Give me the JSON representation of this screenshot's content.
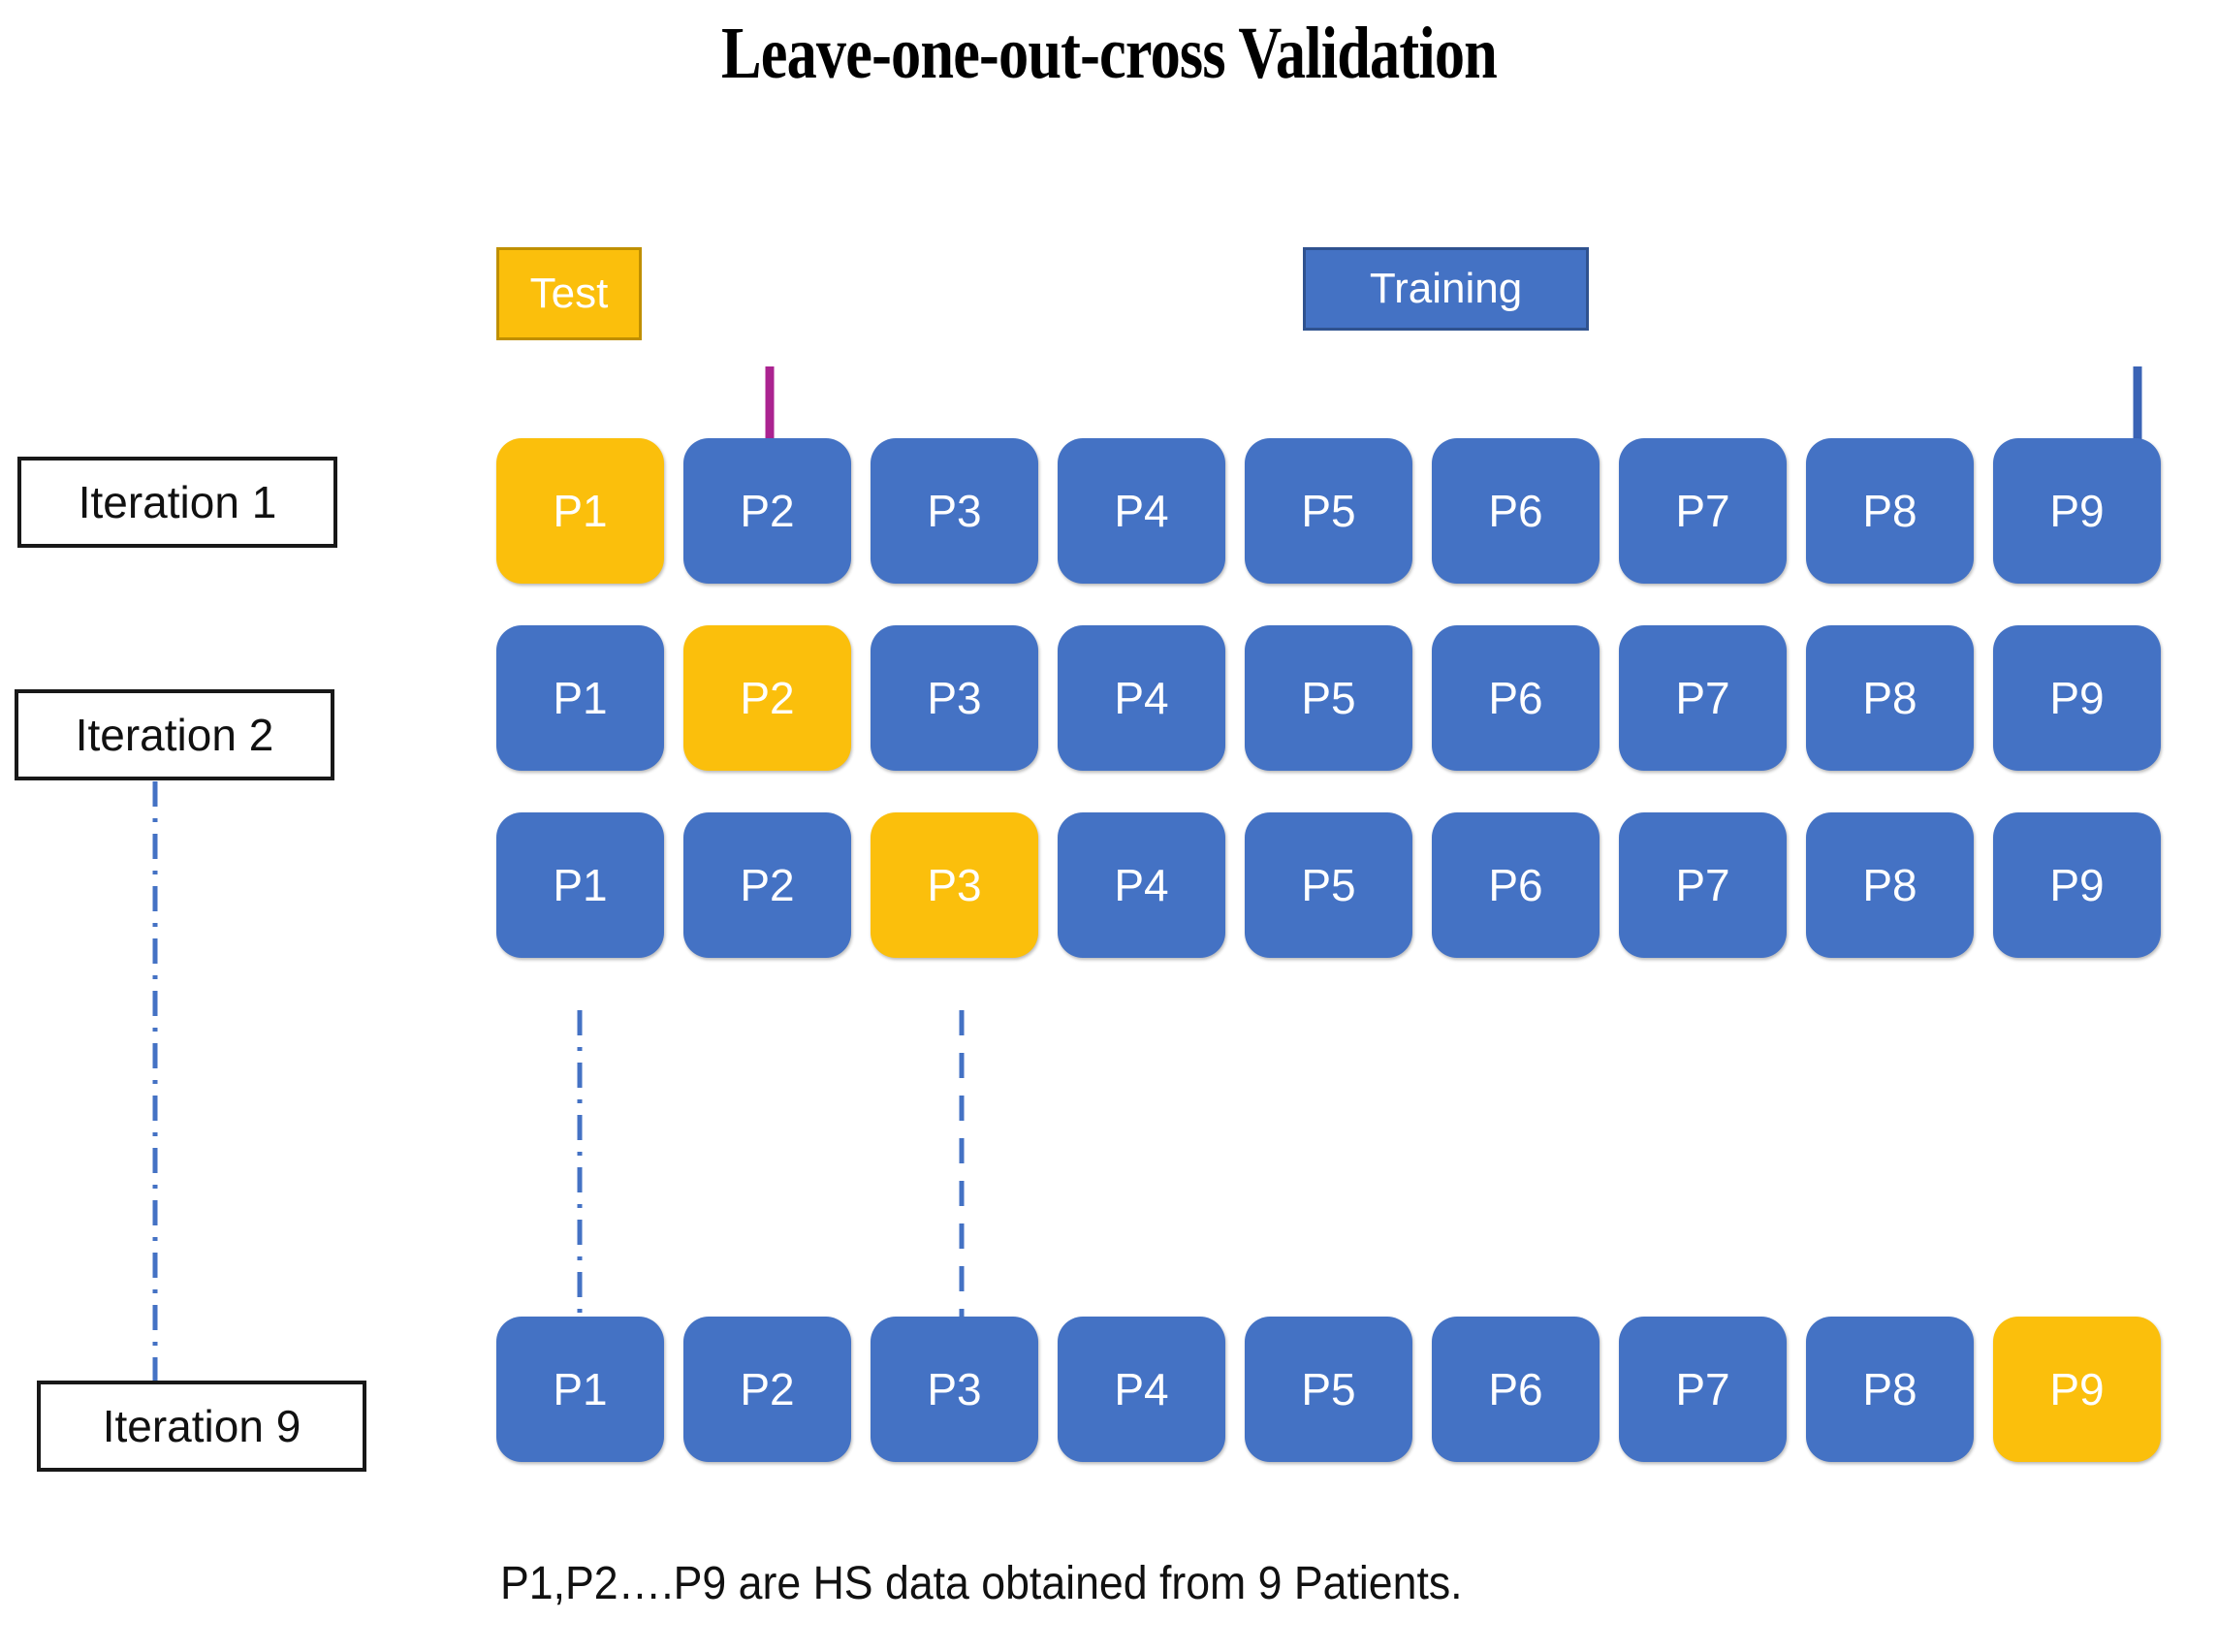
{
  "title": "Leave-one-out-cross Validation",
  "legend": {
    "test_label": "Test",
    "training_label": "Training",
    "test_color": "#FBBF0C",
    "test_border_color": "#BF8F00",
    "training_color": "#4472C4",
    "training_border_color": "#2F528F"
  },
  "iterations": [
    {
      "label": "Iteration 1"
    },
    {
      "label": "Iteration 2"
    },
    {
      "label": "Iteration 9"
    }
  ],
  "colors": {
    "train_fill": "#4472C4",
    "test_fill": "#FBBF0C",
    "connector_line": "#4472C4",
    "label_border": "#181818",
    "text_on_box": "#FFFFFF",
    "page_background": "#FFFFFF"
  },
  "grid": {
    "column_labels": [
      "P1",
      "P2",
      "P3",
      "P4",
      "P5",
      "P6",
      "P7",
      "P8",
      "P9"
    ],
    "rows": [
      {
        "row_name": "iteration-1",
        "test_index": 0,
        "cells": [
          {
            "label": "P1",
            "role": "test"
          },
          {
            "label": "P2",
            "role": "train"
          },
          {
            "label": "P3",
            "role": "train"
          },
          {
            "label": "P4",
            "role": "train"
          },
          {
            "label": "P5",
            "role": "train"
          },
          {
            "label": "P6",
            "role": "train"
          },
          {
            "label": "P7",
            "role": "train"
          },
          {
            "label": "P8",
            "role": "train"
          },
          {
            "label": "P9",
            "role": "train"
          }
        ]
      },
      {
        "row_name": "iteration-2",
        "test_index": 1,
        "cells": [
          {
            "label": "P1",
            "role": "train"
          },
          {
            "label": "P2",
            "role": "test"
          },
          {
            "label": "P3",
            "role": "train"
          },
          {
            "label": "P4",
            "role": "train"
          },
          {
            "label": "P5",
            "role": "train"
          },
          {
            "label": "P6",
            "role": "train"
          },
          {
            "label": "P7",
            "role": "train"
          },
          {
            "label": "P8",
            "role": "train"
          },
          {
            "label": "P9",
            "role": "train"
          }
        ]
      },
      {
        "row_name": "iteration-3",
        "test_index": 2,
        "cells": [
          {
            "label": "P1",
            "role": "train"
          },
          {
            "label": "P2",
            "role": "train"
          },
          {
            "label": "P3",
            "role": "test"
          },
          {
            "label": "P4",
            "role": "train"
          },
          {
            "label": "P5",
            "role": "train"
          },
          {
            "label": "P6",
            "role": "train"
          },
          {
            "label": "P7",
            "role": "train"
          },
          {
            "label": "P8",
            "role": "train"
          },
          {
            "label": "P9",
            "role": "train"
          }
        ]
      },
      {
        "row_name": "iteration-9",
        "test_index": 8,
        "cells": [
          {
            "label": "P1",
            "role": "train"
          },
          {
            "label": "P2",
            "role": "train"
          },
          {
            "label": "P3",
            "role": "train"
          },
          {
            "label": "P4",
            "role": "train"
          },
          {
            "label": "P5",
            "role": "train"
          },
          {
            "label": "P6",
            "role": "train"
          },
          {
            "label": "P7",
            "role": "train"
          },
          {
            "label": "P8",
            "role": "train"
          },
          {
            "label": "P9",
            "role": "test"
          }
        ]
      }
    ]
  },
  "caption": "P1,P2….P9 are  HS data obtained from 9 Patients."
}
